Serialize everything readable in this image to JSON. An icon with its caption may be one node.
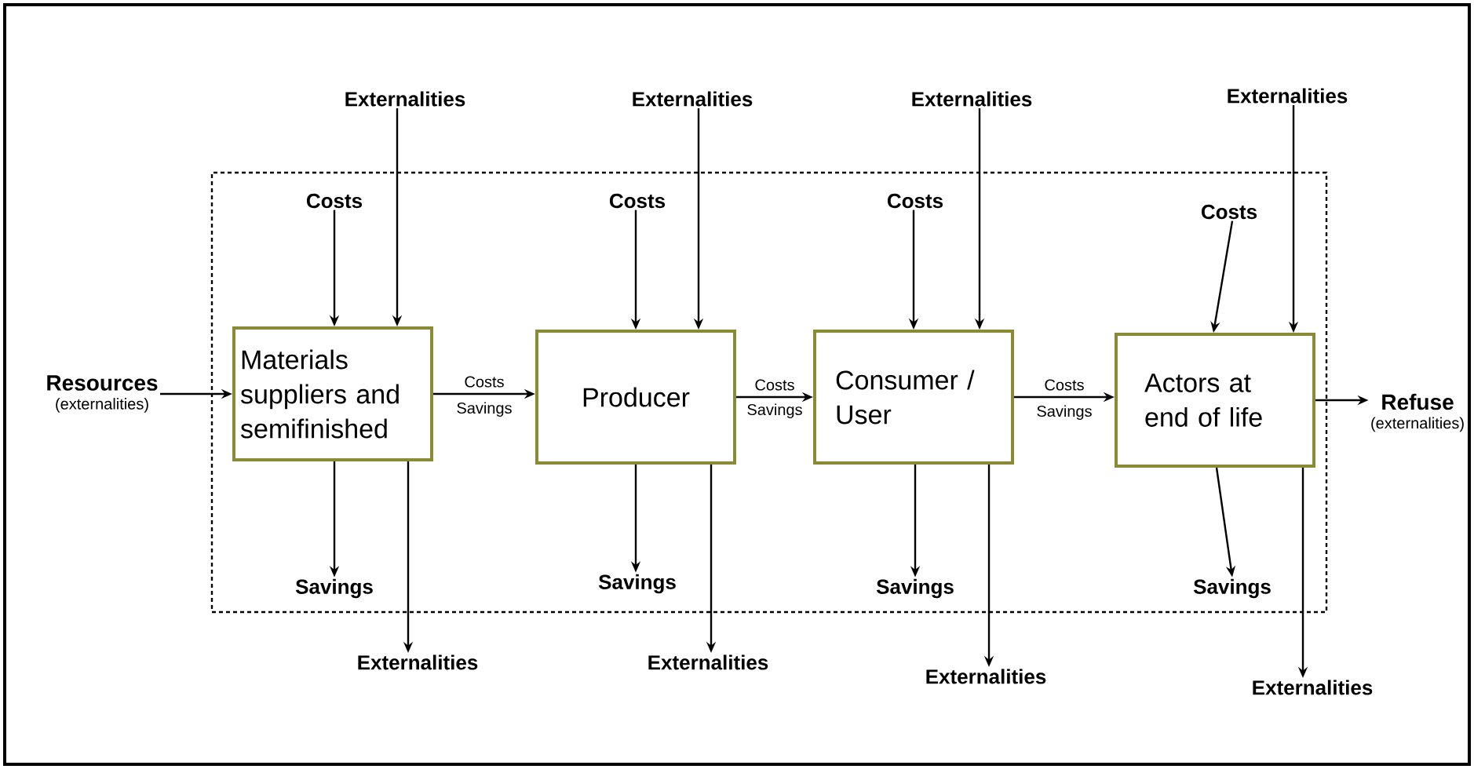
{
  "diagram": {
    "nodes": [
      {
        "text": [],
        "shape": "box"
      },
      {
        "text": [
          "Resources",
          "(externalities)"
        ]
      },
      {
        "text": [
          "Materials suppliers and semifinished"
        ],
        "in": 0
      },
      {
        "text": [
          "Producer"
        ],
        "in": 0
      },
      {
        "text": [
          "Consumer / User"
        ],
        "in": 0
      },
      {
        "text": [
          "Actors at end of life"
        ],
        "in": 0
      },
      {
        "text": [
          "Refuse",
          "(externalities)"
        ]
      },
      {
        "text": [
          "Externalities"
        ]
      },
      {
        "text": [
          "Costs"
        ],
        "in": 0
      },
      {
        "text": [
          "Savings"
        ],
        "in": 0
      },
      {
        "text": [
          "Externalities"
        ]
      },
      {
        "text": [
          "Externalities"
        ]
      },
      {
        "text": [
          "Costs"
        ],
        "in": 0
      },
      {
        "text": [
          "Savings"
        ],
        "in": 0
      },
      {
        "text": [
          "Externalities"
        ]
      },
      {
        "text": [
          "Externalities"
        ]
      },
      {
        "text": [
          "Costs"
        ],
        "in": 0
      },
      {
        "text": [
          "Savings"
        ],
        "in": 0
      },
      {
        "text": [
          "Externalities"
        ]
      },
      {
        "text": [
          "Externalities"
        ]
      },
      {
        "text": [
          "Costs"
        ],
        "in": 0
      },
      {
        "text": [
          "Savings"
        ],
        "in": 0
      },
      {
        "text": [
          "Externalities"
        ]
      }
    ],
    "edges": [
      {
        "from": 1,
        "to": 2,
        "arrow": "to"
      },
      {
        "from": 2,
        "to": 3,
        "arrow": "to",
        "label": "Costs"
      },
      {
        "from": 3,
        "to": 4,
        "arrow": "to",
        "label": "Costs"
      },
      {
        "from": 4,
        "to": 5,
        "arrow": "to",
        "label": "Costs"
      },
      {
        "from": 5,
        "to": 6,
        "arrow": "to"
      },
      {
        "from": 8,
        "to": 2,
        "arrow": "to"
      },
      {
        "from": 7,
        "to": 2,
        "arrow": "to"
      },
      {
        "from": 2,
        "to": 9,
        "arrow": "to"
      },
      {
        "from": 2,
        "to": 10,
        "arrow": "to"
      },
      {
        "from": 12,
        "to": 3,
        "arrow": "to"
      },
      {
        "from": 11,
        "to": 3,
        "arrow": "to"
      },
      {
        "from": 3,
        "to": 13,
        "arrow": "to"
      },
      {
        "from": 3,
        "to": 14,
        "arrow": "to"
      },
      {
        "from": 16,
        "to": 4,
        "arrow": "to"
      },
      {
        "from": 15,
        "to": 4,
        "arrow": "to"
      },
      {
        "from": 4,
        "to": 17,
        "arrow": "to"
      },
      {
        "from": 4,
        "to": 18,
        "arrow": "to"
      },
      {
        "from": 20,
        "to": 5,
        "arrow": "to"
      },
      {
        "from": 19,
        "to": 5,
        "arrow": "to"
      },
      {
        "from": 5,
        "to": 21,
        "arrow": "to"
      },
      {
        "from": 5,
        "to": 22,
        "arrow": "to"
      }
    ],
    "labels": [
      "Savings",
      "Savings",
      "Savings"
    ]
  }
}
